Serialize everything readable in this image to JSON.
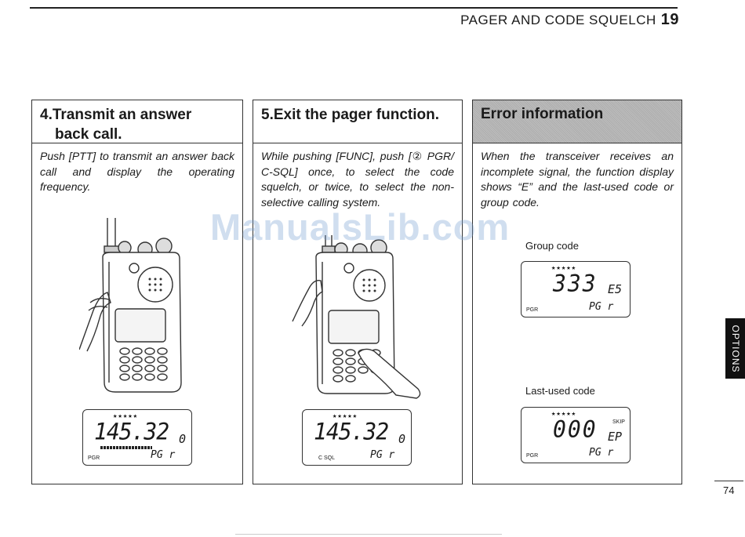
{
  "header": {
    "title": "PAGER AND CODE SQUELCH",
    "page": "19"
  },
  "columns": [
    {
      "num": "4.",
      "heading_line1": "Transmit an answer",
      "heading_line2": "back call.",
      "body": "Push [PTT] to transmit an answer back call and display the operating frequency.",
      "lcd": {
        "stars": "★★★★★",
        "freq": "145.32",
        "digit": "0",
        "label": "PGR",
        "mode": "PG r"
      }
    },
    {
      "num": "5.",
      "heading_line1": "Exit the pager function.",
      "body": "While pushing [FUNC], push [② PGR/ C-SQL] once, to select the code squelch, or twice, to select the non-selective calling system.",
      "lcd": {
        "stars": "★★★★★",
        "freq": "145.32",
        "digit": "0",
        "label": "C SQL",
        "mode": "PG r"
      }
    },
    {
      "heading_line1": "Error information",
      "body": "When the transceiver receives an incomplete signal, the function display shows “E” and the last-used code or group code.",
      "group": {
        "caption": "Group code",
        "stars": "★★★★★",
        "code": "333",
        "err": "E5",
        "label": "PGR",
        "mode": "PG r"
      },
      "last": {
        "caption": "Last-used code",
        "stars": "★★★★★",
        "code": "000",
        "skip": "SKIP",
        "err": "EP",
        "label": "PGR",
        "mode": "PG r"
      }
    }
  ],
  "side_tab": "OPTIONS",
  "page_number": "74",
  "watermark": "ManualsLib.com"
}
